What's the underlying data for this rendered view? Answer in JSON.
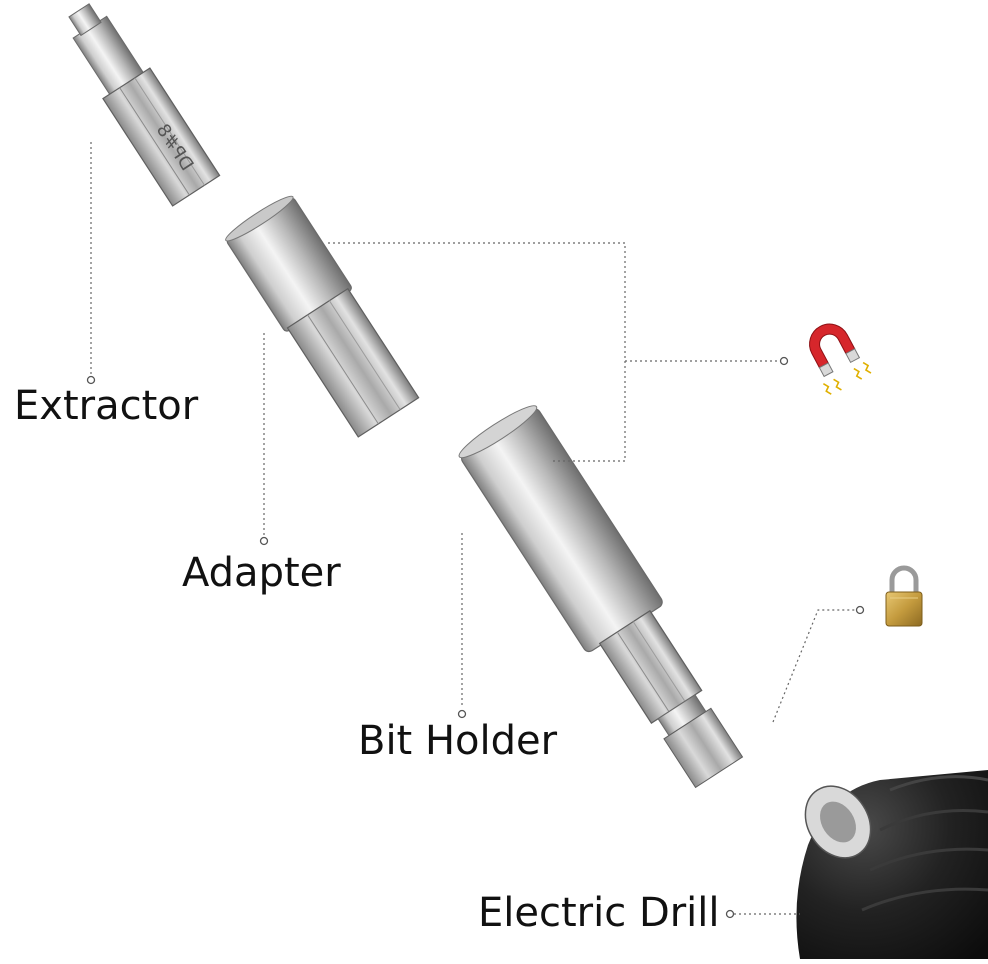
{
  "labels": {
    "extractor": "Extractor",
    "adapter": "Adapter",
    "bit_holder": "Bit Holder",
    "electric_drill": "Electric Drill"
  },
  "bit_marking": "DP#8",
  "icons": {
    "magnet": "magnet-icon",
    "lock": "padlock-icon"
  },
  "colors": {
    "steel_light": "#e8e8e8",
    "steel_mid": "#b9b9b9",
    "steel_dark": "#7a7a7a",
    "magnet_red": "#d6262b",
    "lock_gold": "#c7a24a",
    "drill_black": "#1c1c1c",
    "leader_line": "#666666"
  }
}
